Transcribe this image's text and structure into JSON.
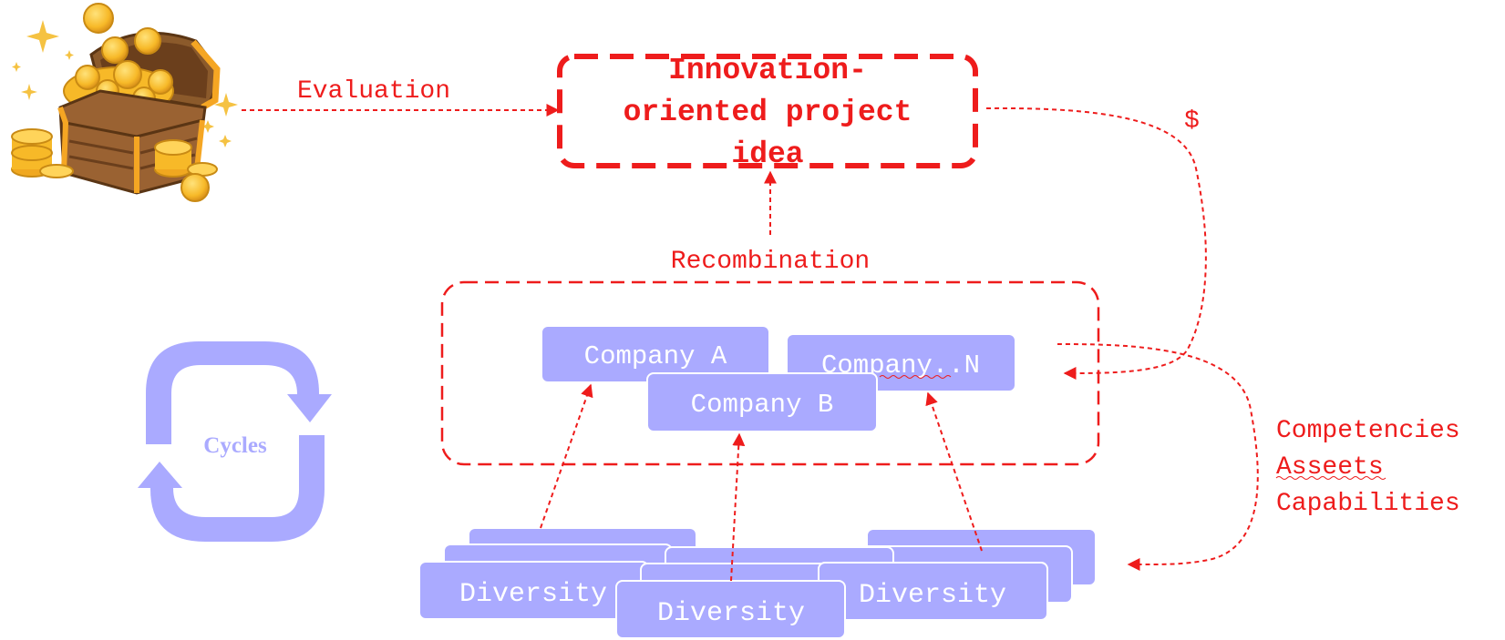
{
  "diagram": {
    "idea_box": {
      "line1": "Innovation-",
      "line2": "oriented project",
      "line3": "idea"
    },
    "labels": {
      "evaluation": "Evaluation",
      "recombination": "Recombination",
      "dollar": "$",
      "cycles": "Cycles"
    },
    "companies": {
      "a": "Company A",
      "b": "Company B",
      "n": "Company..N"
    },
    "diversity": {
      "left": "Diversity",
      "center": "Diversity",
      "right": "Diversity"
    },
    "resources": {
      "line1": "Competencies",
      "line2": "Asseets",
      "line3": "Capabilities"
    },
    "icons": {
      "treasure": "treasure-chest-icon",
      "cycle": "cycle-arrows-icon"
    },
    "colors": {
      "accent_red": "#ee1c1c",
      "node_fill": "#aaaaff",
      "node_text": "#ffffff"
    }
  }
}
